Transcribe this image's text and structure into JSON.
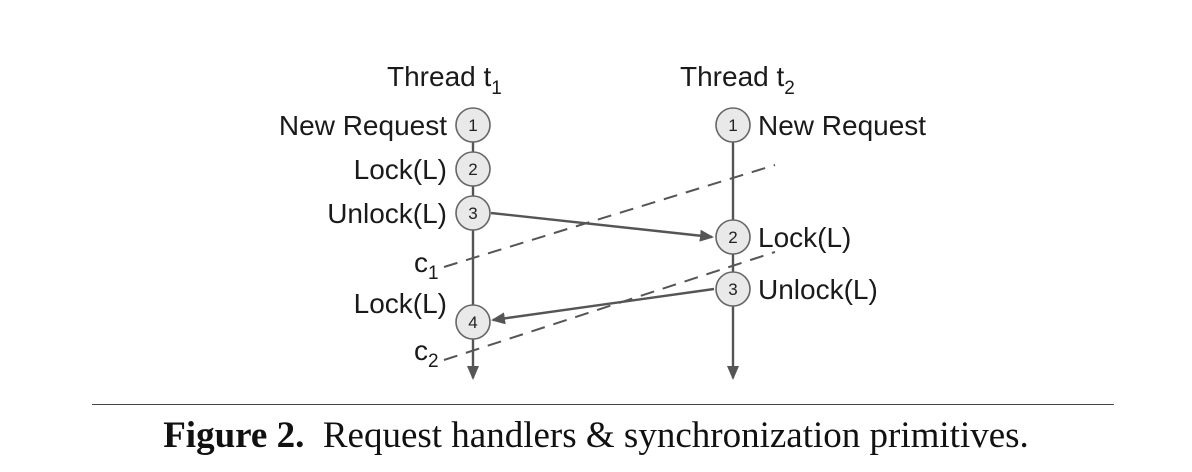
{
  "threads": {
    "t1": {
      "title": "Thread t",
      "sub": "1"
    },
    "t2": {
      "title": "Thread t",
      "sub": "2"
    }
  },
  "nodes": {
    "t1": [
      "1",
      "2",
      "3",
      "4"
    ],
    "t2": [
      "1",
      "2",
      "3"
    ]
  },
  "labels": {
    "t1_new_request": "New Request",
    "t1_lock_1": "Lock(L)",
    "t1_unlock": "Unlock(L)",
    "t1_lock_2": "Lock(L)",
    "t2_new_request": "New Request",
    "t2_lock": "Lock(L)",
    "t2_unlock": "Unlock(L)"
  },
  "cuts": {
    "c1": {
      "text": "c",
      "sub": "1"
    },
    "c2": {
      "text": "c",
      "sub": "2"
    }
  },
  "caption": {
    "figure": "Figure 2.",
    "text": "Request handlers & synchronization primitives."
  }
}
